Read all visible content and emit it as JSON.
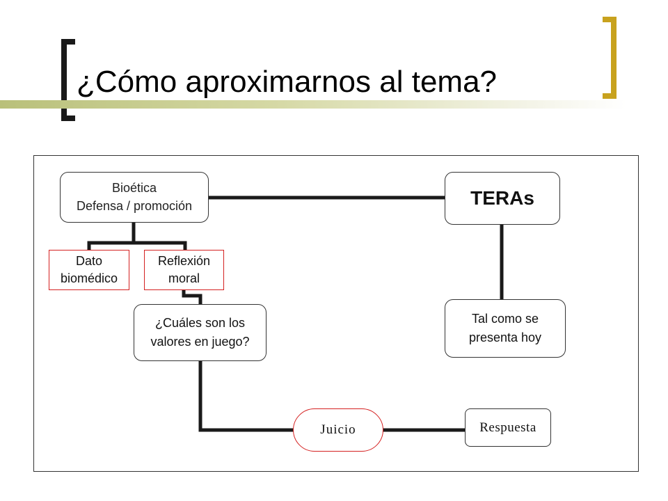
{
  "slide": {
    "title": "¿Cómo aproximarnos al tema?"
  },
  "diagram": {
    "bioetica": "Bioética\nDefensa / promoción",
    "teras": "TERAs",
    "dato": "Dato\nbiomédico",
    "reflexion": "Reflexión\nmoral",
    "valores": "¿Cuáles son los\nvalores en juego?",
    "tal_como": "Tal como se\npresenta hoy",
    "juicio": "Juicio",
    "respuesta": "Respuesta"
  },
  "colors": {
    "connector": "#1a1a1a",
    "accent_gold": "#c8a21e",
    "node_border_red": "#d42020"
  }
}
